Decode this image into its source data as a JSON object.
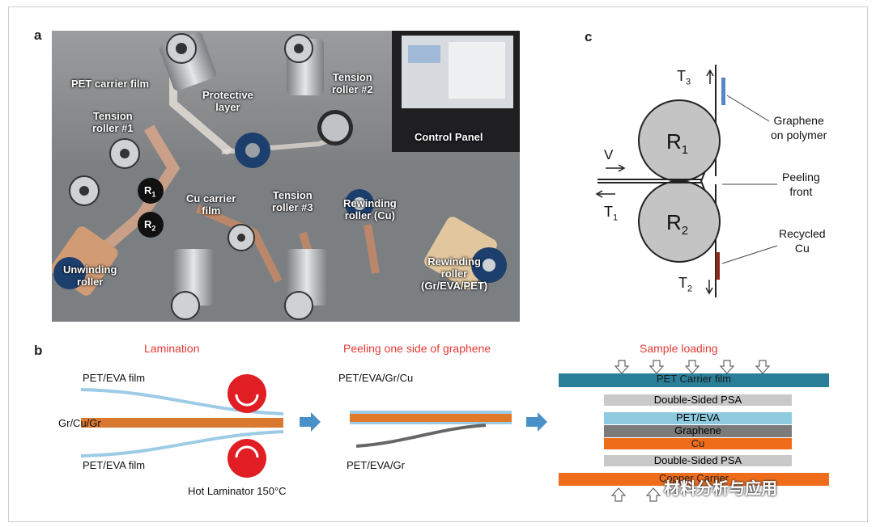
{
  "panels": {
    "a": "a",
    "b": "b",
    "c": "c"
  },
  "photo_labels": {
    "pet_carrier": "PET carrier film",
    "tension1": "Tension\nroller #1",
    "protective": "Protective\nlayer",
    "tension2": "Tension\nroller #2",
    "control": "Control Panel",
    "r1": "R",
    "r1_sub": "1",
    "r2": "R",
    "r2_sub": "2",
    "cu_carrier": "Cu carrier\nfilm",
    "tension3": "Tension\nroller #3",
    "rewind_cu": "Rewinding\nroller (Cu)",
    "unwinding": "Unwinding\nroller",
    "rewind_gr": "Rewinding\nroller\n(Gr/EVA/PET)"
  },
  "lamination": {
    "title": "Lamination",
    "top_film": "PET/EVA film",
    "middle": "Gr/Cu/Gr",
    "bottom_film": "PET/EVA film",
    "laminator": "Hot Laminator 150°C"
  },
  "peeling": {
    "title": "Peeling one side of graphene",
    "top": "PET/EVA/Gr/Cu",
    "bottom": "PET/EVA/Gr"
  },
  "sample": {
    "title": "Sample loading",
    "layers": [
      "PET Carrier film",
      "Double-Sided PSA",
      "PET/EVA",
      "Graphene",
      "Cu",
      "Double-Sided PSA",
      "Copper Carrier"
    ]
  },
  "panel_c": {
    "T3": "T",
    "T3_sub": "3",
    "V": "V",
    "T1": "T",
    "T1_sub": "1",
    "T2": "T",
    "T2_sub": "2",
    "R1": "R",
    "R1_sub": "1",
    "R2": "R",
    "R2_sub": "2",
    "graphene": "Graphene\non polymer",
    "peeling": "Peeling\nfront",
    "recycled": "Recycled\nCu"
  },
  "watermark": "材料分析与应用",
  "colors": {
    "red": "#e53935",
    "arrow_blue": "#4a90c8",
    "pet_teal": "#2a7f98",
    "cu_orange": "#ef6c1a"
  }
}
